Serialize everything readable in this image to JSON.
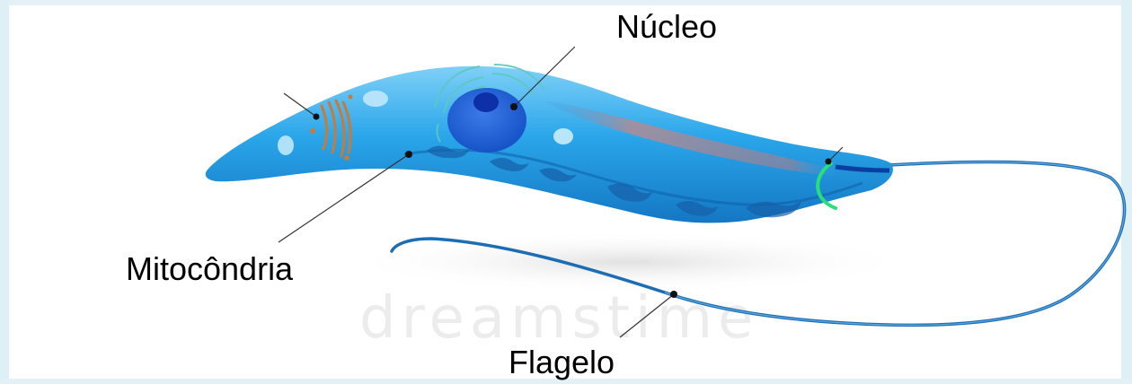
{
  "labels": {
    "nucleus": "Núcleo",
    "mitochondria": "Mitocôndria",
    "flagellum": "Flagelo"
  },
  "watermark": "dreamstime"
}
